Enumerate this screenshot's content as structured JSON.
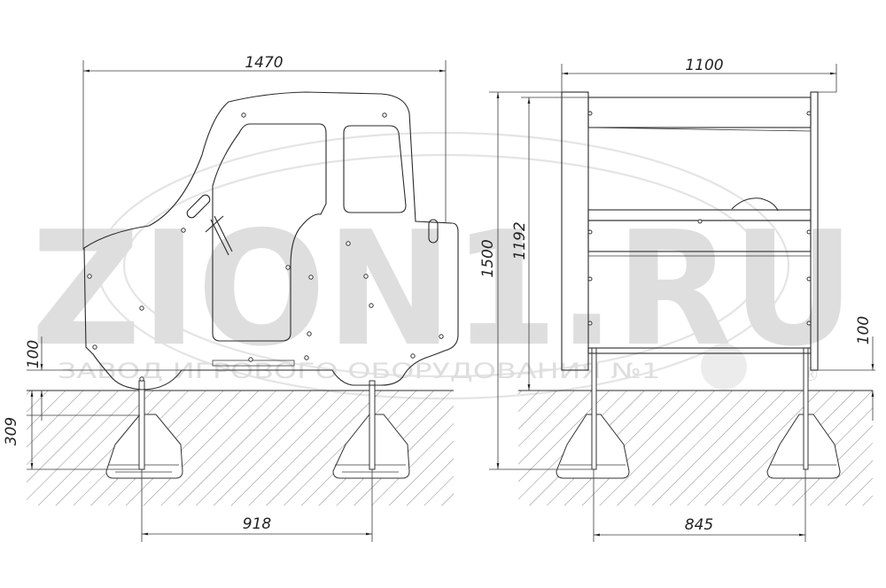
{
  "dimensions": {
    "total_width": "1470",
    "side_width": "1100",
    "total_height": "1500",
    "body_height": "1192",
    "ground_clearance_left": "100",
    "ground_clearance_right": "100",
    "burial_depth": "309",
    "post_spacing_front": "918",
    "post_spacing_side": "845"
  },
  "watermark": {
    "logo": "ZION1.RU",
    "tagline": "ЗАВОД ИГРОВОГО ОБОРУДОВАНИЯ №1",
    "mark": "®"
  }
}
